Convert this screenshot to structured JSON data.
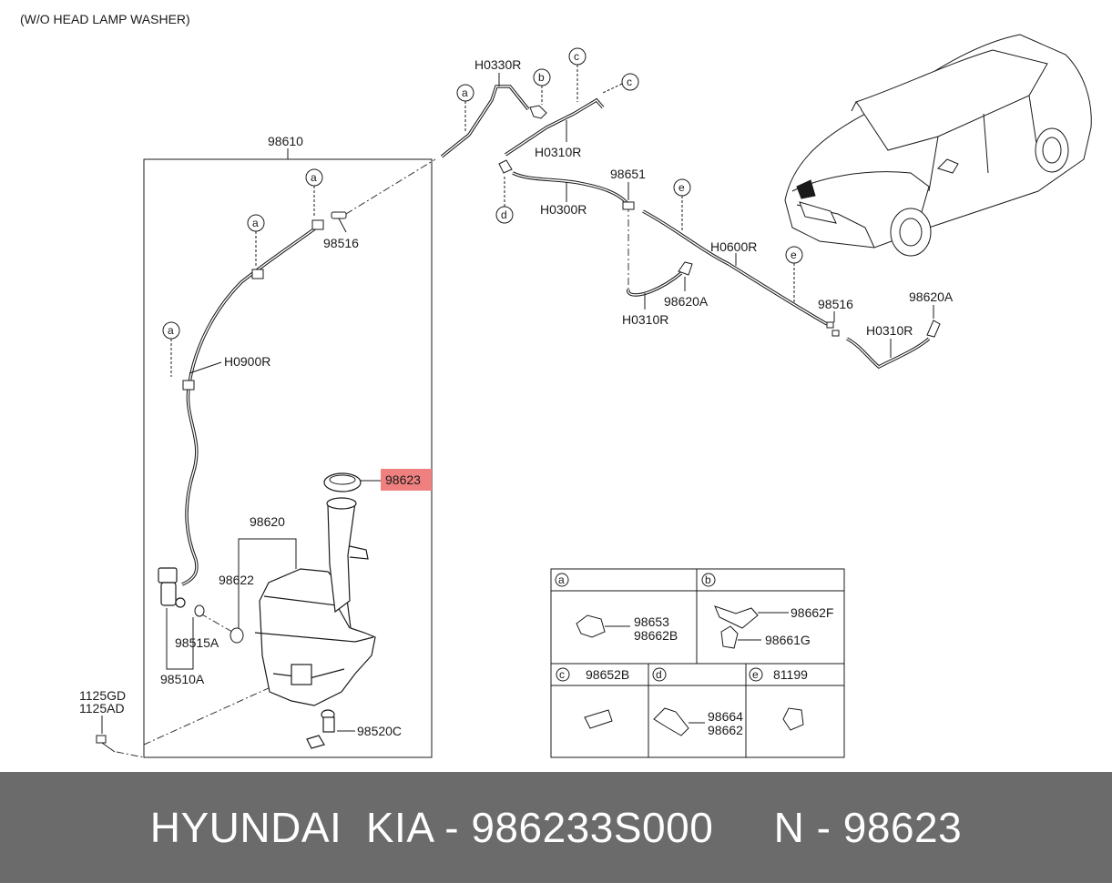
{
  "header_note": "(W/O HEAD LAMP WASHER)",
  "colors": {
    "highlight": "#f08080",
    "footer_bg": "#6b6b6b",
    "footer_text": "#ffffff",
    "line": "#1a1a1a"
  },
  "assembly": {
    "box_label": "98610"
  },
  "labels": {
    "h0330r": "H0330R",
    "h0310r_top": "H0310R",
    "p98651": "98651",
    "h0300r": "H0300R",
    "h0600r": "H0600R",
    "h0310r_mid": "H0310R",
    "p98620a_mid": "98620A",
    "p98516_right": "98516",
    "p98620a_right": "98620A",
    "h0310r_right": "H0310R",
    "p98516_left": "98516",
    "h0900r": "H0900R",
    "p98623": "98623",
    "p98620": "98620",
    "p98622": "98622",
    "p98515a": "98515A",
    "p98510a": "98510A",
    "p98520c": "98520C",
    "p1125gd": "1125GD",
    "p1125ad": "1125AD"
  },
  "callouts": {
    "a": "a",
    "b": "b",
    "c": "c",
    "d": "d",
    "e": "e"
  },
  "legend": {
    "a": {
      "key": "a",
      "parts": [
        "98653",
        "98662B"
      ]
    },
    "b": {
      "key": "b",
      "parts": [
        "98662F",
        "98661G"
      ]
    },
    "c": {
      "key": "c",
      "part": "98652B"
    },
    "d": {
      "key": "d",
      "parts": [
        "98664",
        "98662"
      ]
    },
    "e": {
      "key": "e",
      "part": "81199"
    }
  },
  "footer": {
    "text": "HYUNDAI  KIA - 986233S000     N - 98623"
  }
}
